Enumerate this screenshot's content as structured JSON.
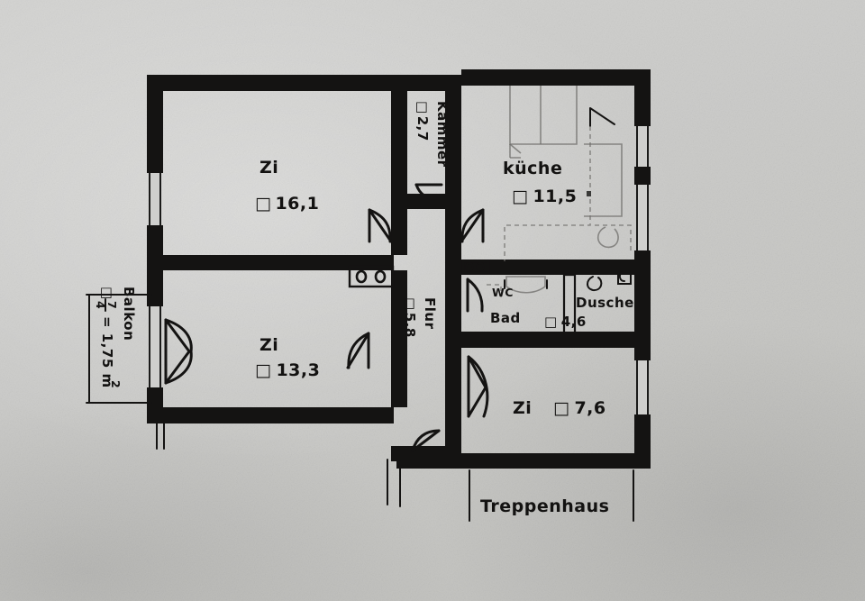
{
  "document": {
    "kind": "hand-drawn-floor-plan",
    "medium": "ink on grey paper photograph",
    "paper_color": "#cdcdcb",
    "ink_color": "#141312",
    "pencil_color": "#6d6c6a"
  },
  "rooms": [
    {
      "id": "room-zi-16-1",
      "name": "Zi",
      "area_label": "16,1",
      "symbol": "□",
      "full_label": "Zi □ 16,1"
    },
    {
      "id": "room-kammer",
      "name": "Kammer",
      "area_label": "2,7",
      "symbol": "□",
      "full_label": "Kammer □ 2,7",
      "orientation": "vertical"
    },
    {
      "id": "room-kueche",
      "name": "Küche",
      "area_label": "11,5",
      "symbol": "□",
      "full_label": "Küche □ 11,5"
    },
    {
      "id": "room-zi-13-3",
      "name": "Zi",
      "area_label": "13,3",
      "symbol": "□",
      "full_label": "Zi □ 13,3"
    },
    {
      "id": "room-flur",
      "name": "Flur",
      "area_label": "5,8",
      "symbol": "□",
      "full_label": "Flur □ 5,8",
      "orientation": "vertical"
    },
    {
      "id": "room-bad",
      "name": "Bad",
      "area_label": "4,6",
      "symbol": "□",
      "full_label": "Bad □ 4,6"
    },
    {
      "id": "room-wc",
      "name": "WC",
      "area_label": "",
      "symbol": "",
      "full_label": "WC"
    },
    {
      "id": "room-dusche",
      "name": "Dusche",
      "area_label": "",
      "symbol": "",
      "full_label": "Dusche"
    },
    {
      "id": "room-zi-7-6",
      "name": "Zi",
      "area_label": "7,6",
      "symbol": "□",
      "full_label": "Zi □ 7,6"
    },
    {
      "id": "room-balkon",
      "name": "Balkon",
      "symbol": "□",
      "fraction_numerator": "7",
      "fraction_denominator": "4",
      "equals": "=",
      "area_label": "1,75 m",
      "exponent": "2",
      "full_label": "Balkon □ 7/4 = 1,75 m²",
      "orientation": "vertical"
    },
    {
      "id": "area-treppenhaus",
      "name": "Treppenhaus",
      "area_label": "",
      "symbol": "",
      "full_label": "Treppenhaus"
    }
  ],
  "labels": {
    "zi_16_name": "Zi",
    "zi_16_area": "16,1",
    "kammer_name": "Kammer",
    "kammer_area": "2,7",
    "kueche_name": "küche",
    "kueche_area": "11,5",
    "zi_13_name": "Zi",
    "zi_13_area": "13,3",
    "flur_name": "Flur",
    "flur_area": "5,8",
    "bad_name": "Bad",
    "bad_area": "4,6",
    "wc_name": "WC",
    "dusche_name": "Dusche",
    "zi_7_name": "Zi",
    "zi_7_area": "7,6",
    "balkon_name": "Balkon",
    "balkon_num": "7",
    "balkon_den": "4",
    "balkon_eq": "= 1,75 m",
    "balkon_exp": "2",
    "treppenhaus_name": "Treppenhaus",
    "square_symbol": "□"
  }
}
